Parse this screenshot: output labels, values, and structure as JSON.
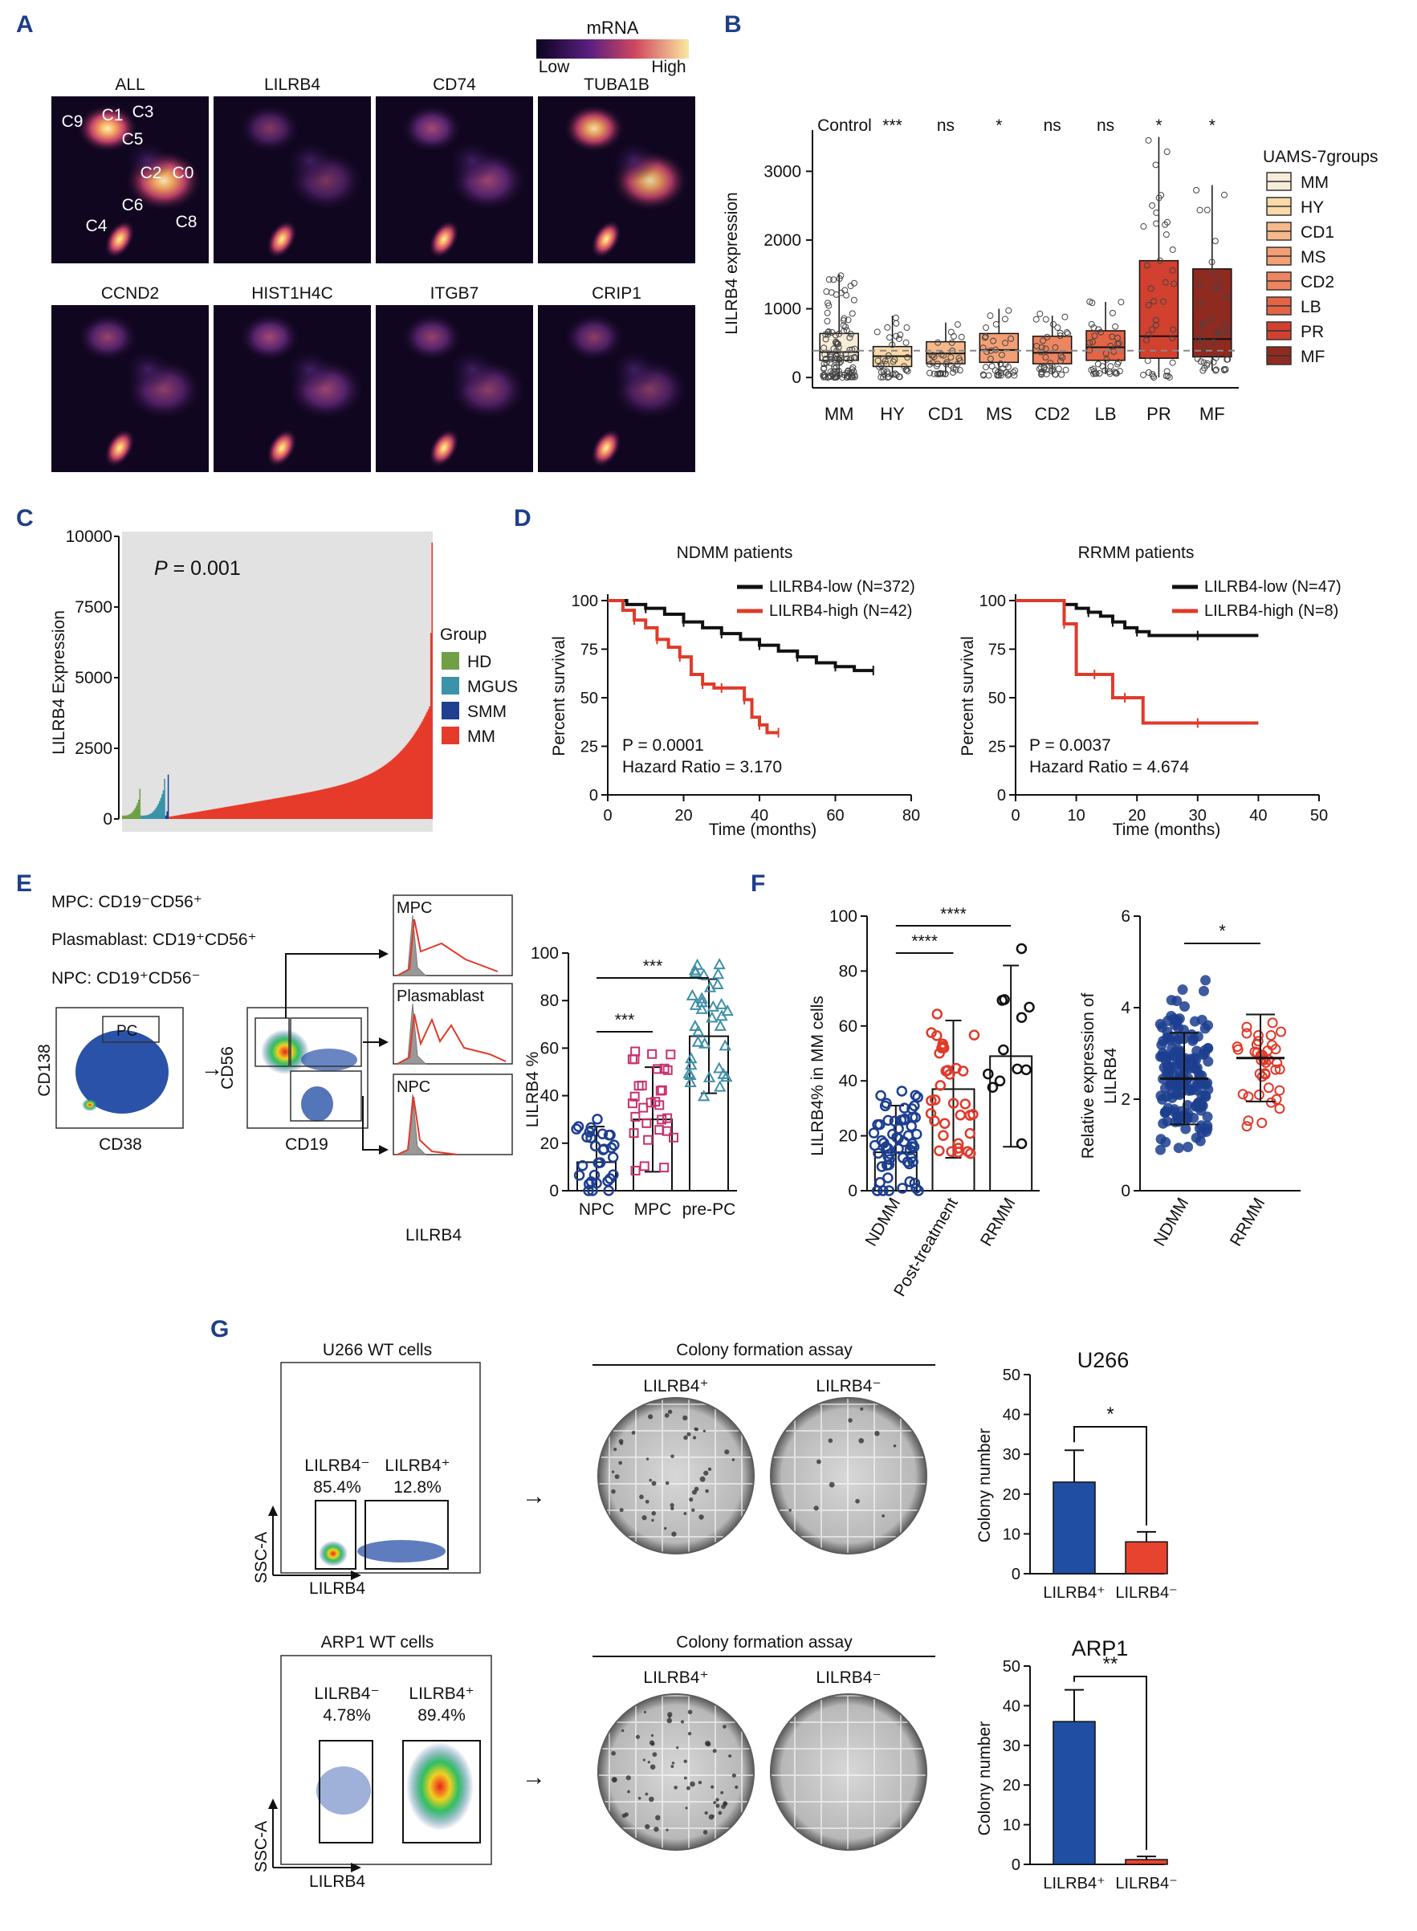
{
  "panels": {
    "A": {
      "label": "A",
      "colorbar": {
        "title": "mRNA",
        "low": "Low",
        "high": "High"
      },
      "tiles": [
        "ALL",
        "LILRB4",
        "CD74",
        "TUBA1B",
        "CCND2",
        "HIST1H4C",
        "ITGB7",
        "CRIP1"
      ],
      "clusters": [
        "C1",
        "C3",
        "C9",
        "C5",
        "C2",
        "C0",
        "C6",
        "C8",
        "C4"
      ]
    },
    "B": {
      "label": "B",
      "ylabel": "LILRB4 expression",
      "sig_control": "Control",
      "sig": [
        "***",
        "ns",
        "*",
        "ns",
        "ns",
        "*",
        "*"
      ],
      "legend_title": "UAMS-7groups"
    },
    "C": {
      "label": "C",
      "ylabel": "LILRB4 Expression",
      "p_prefix": "P",
      "p_value": " = 0.001",
      "legend_title": "Group"
    },
    "D": {
      "label": "D",
      "left": {
        "title": "NDMM patients",
        "legend_low": "LILRB4-low (N=372)",
        "legend_high": "LILRB4-high (N=42)",
        "p": "P = 0.0001",
        "hr": "Hazard Ratio = 3.170"
      },
      "right": {
        "title": "RRMM patients",
        "legend_low": "LILRB4-low (N=47)",
        "legend_high": "LILRB4-high (N=8)",
        "p": "P = 0.0037",
        "hr": "Hazard Ratio = 4.674"
      },
      "ylabel": "Percent survival",
      "xlabel": "Time (months)"
    },
    "E": {
      "label": "E",
      "defs": [
        "MPC: CD19⁻CD56⁺",
        "Plasmablast: CD19⁺CD56⁺",
        "NPC: CD19⁺CD56⁻"
      ],
      "gate_pc": "PC",
      "x1": "CD38",
      "y1": "CD138",
      "x2": "CD19",
      "y2": "CD56",
      "hist": [
        "MPC",
        "Plasmablast",
        "NPC"
      ],
      "hist_x": "LILRB4",
      "bar_ylabel": "LILRB4 %",
      "sig": [
        "***",
        "***"
      ]
    },
    "F": {
      "label": "F",
      "left_ylabel": "LILRB4% in MM cells",
      "right_ylabel_1": "Relative expression of",
      "right_ylabel_2": "LILRB4",
      "sig_left": [
        "****",
        "****"
      ],
      "sig_right": "*"
    },
    "G": {
      "label": "G",
      "top": {
        "title": "U266 WT cells",
        "neg": "LILRB4⁻",
        "neg_pct": "85.4%",
        "pos": "LILRB4⁺",
        "pos_pct": "12.8%",
        "bar_title": "U266",
        "sig": "*"
      },
      "bottom": {
        "title": "ARP1 WT cells",
        "neg": "LILRB4⁻",
        "neg_pct": "4.78%",
        "pos": "LILRB4⁺",
        "pos_pct": "89.4%",
        "bar_title": "ARP1",
        "sig": "**"
      },
      "assay_title": "Colony formation assay",
      "well_pos": "LILRB4⁺",
      "well_neg": "LILRB4⁻",
      "flow_y": "SSC-A",
      "flow_x": "LILRB4",
      "bar_ylabel": "Colony number"
    }
  },
  "colors": {
    "label_blue": "#1f3e8a",
    "red": "#e03a2a",
    "blue_bar": "#1f4ea3",
    "bar_red": "#e8432e",
    "teal": "#3f8fa8",
    "pink": "#c9306e",
    "dark_blue": "#1d3f8f"
  },
  "chart_data": [
    {
      "id": "B",
      "type": "box",
      "categories": [
        "MM",
        "HY",
        "CD1",
        "MS",
        "CD2",
        "LB",
        "PR",
        "MF"
      ],
      "yticks": [
        0,
        1000,
        2000,
        3000
      ],
      "ylim": [
        -150,
        3600
      ],
      "control_median": 390,
      "boxes": [
        {
          "q1": 250,
          "median": 370,
          "q3": 640,
          "lo": 0,
          "hi": 1500
        },
        {
          "q1": 160,
          "median": 310,
          "q3": 450,
          "lo": 0,
          "hi": 900
        },
        {
          "q1": 200,
          "median": 350,
          "q3": 520,
          "lo": 50,
          "hi": 800
        },
        {
          "q1": 220,
          "median": 400,
          "q3": 640,
          "lo": 30,
          "hi": 1000
        },
        {
          "q1": 200,
          "median": 360,
          "q3": 600,
          "lo": 40,
          "hi": 900
        },
        {
          "q1": 250,
          "median": 440,
          "q3": 680,
          "lo": 50,
          "hi": 1100
        },
        {
          "q1": 280,
          "median": 600,
          "q3": 1700,
          "lo": 0,
          "hi": 3500
        },
        {
          "q1": 300,
          "median": 560,
          "q3": 1580,
          "lo": 100,
          "hi": 2800
        }
      ],
      "legend": [
        "MM",
        "HY",
        "CD1",
        "MS",
        "CD2",
        "LB",
        "PR",
        "MF"
      ],
      "legend_colors": [
        "#f7ecd9",
        "#f9d9a8",
        "#f5b98b",
        "#f29f74",
        "#ee8560",
        "#e46446",
        "#d2402f",
        "#8f2a21"
      ]
    },
    {
      "id": "C",
      "type": "area",
      "yticks": [
        0,
        2500,
        5000,
        7500,
        10000
      ],
      "ylim": [
        0,
        10000
      ],
      "groups": [
        {
          "name": "HD",
          "color": "#6fa046",
          "count": 15,
          "max": 1000
        },
        {
          "name": "MGUS",
          "color": "#3a93a8",
          "count": 20,
          "max": 1350
        },
        {
          "name": "SMM",
          "color": "#1f3f8f",
          "count": 3,
          "max": 1500
        },
        {
          "name": "MM",
          "color": "#e63b2a",
          "count": 214,
          "max": 9800
        }
      ]
    },
    {
      "id": "D-NDMM",
      "type": "line",
      "xlim": [
        0,
        80
      ],
      "ylim": [
        0,
        100
      ],
      "xticks": [
        0,
        20,
        40,
        60,
        80
      ],
      "yticks": [
        0,
        25,
        50,
        75,
        100
      ],
      "series": [
        {
          "name": "LILRB4-low (N=372)",
          "color": "#111111",
          "x": [
            0,
            5,
            10,
            15,
            20,
            25,
            30,
            35,
            40,
            45,
            50,
            55,
            60,
            65,
            70
          ],
          "y": [
            100,
            98,
            96,
            93,
            89,
            86,
            83,
            80,
            77,
            74,
            71,
            68,
            66,
            64,
            64
          ]
        },
        {
          "name": "LILRB4-high (N=42)",
          "color": "#e03a2a",
          "x": [
            0,
            4,
            7,
            10,
            13,
            16,
            19,
            22,
            25,
            28,
            30,
            33,
            36,
            38,
            40,
            42,
            45
          ],
          "y": [
            100,
            95,
            90,
            86,
            80,
            76,
            71,
            62,
            57,
            55,
            55,
            55,
            49,
            40,
            36,
            32,
            32
          ]
        }
      ]
    },
    {
      "id": "D-RRMM",
      "type": "line",
      "xlim": [
        0,
        50
      ],
      "ylim": [
        0,
        100
      ],
      "xticks": [
        0,
        10,
        20,
        30,
        40,
        50
      ],
      "yticks": [
        0,
        25,
        50,
        75,
        100
      ],
      "series": [
        {
          "name": "LILRB4-low (N=47)",
          "color": "#111111",
          "x": [
            0,
            5,
            8,
            10,
            12,
            14,
            16,
            18,
            20,
            22,
            30,
            40
          ],
          "y": [
            100,
            100,
            98,
            96,
            94,
            92,
            89,
            86,
            84,
            82,
            82,
            82
          ]
        },
        {
          "name": "LILRB4-high (N=8)",
          "color": "#e03a2a",
          "x": [
            0,
            7,
            8,
            10,
            13,
            16,
            18,
            21,
            30,
            40
          ],
          "y": [
            100,
            100,
            88,
            62,
            62,
            50,
            50,
            37,
            37,
            37
          ]
        }
      ]
    },
    {
      "id": "E-bar",
      "type": "bar",
      "categories": [
        "NPC",
        "MPC",
        "pre-PC"
      ],
      "values": [
        12,
        30,
        65
      ],
      "errors": [
        15,
        22,
        24
      ],
      "ylim": [
        0,
        100
      ],
      "yticks": [
        0,
        20,
        40,
        60,
        80,
        100
      ],
      "colors": [
        "#1d3f8f",
        "#c9306e",
        "#3f8fa8"
      ]
    },
    {
      "id": "F-left",
      "type": "bar",
      "categories": [
        "NDMM",
        "Post-treatment",
        "RRMM"
      ],
      "values": [
        14,
        37,
        49
      ],
      "errors": [
        17,
        25,
        33
      ],
      "ylim": [
        0,
        100
      ],
      "yticks": [
        0,
        20,
        40,
        60,
        80,
        100
      ],
      "colors": [
        "#1d3f8f",
        "#e03a2a",
        "#111111"
      ]
    },
    {
      "id": "F-right",
      "type": "scatter",
      "categories": [
        "NDMM",
        "RRMM"
      ],
      "means": [
        2.45,
        2.9
      ],
      "sds": [
        1.0,
        0.95
      ],
      "ylim": [
        0,
        6
      ],
      "yticks": [
        0,
        2,
        4,
        6
      ],
      "colors": [
        "#1d3f8f",
        "#e03a2a"
      ]
    },
    {
      "id": "G-U266",
      "type": "bar",
      "categories": [
        "LILRB4⁺",
        "LILRB4⁻"
      ],
      "values": [
        23,
        8
      ],
      "errors": [
        8,
        2.5
      ],
      "ylim": [
        0,
        50
      ],
      "yticks": [
        0,
        10,
        20,
        30,
        40,
        50
      ],
      "colors": [
        "#1f4ea3",
        "#e8432e"
      ]
    },
    {
      "id": "G-ARP1",
      "type": "bar",
      "categories": [
        "LILRB4⁺",
        "LILRB4⁻"
      ],
      "values": [
        36,
        1.2
      ],
      "errors": [
        8,
        0.8
      ],
      "ylim": [
        0,
        50
      ],
      "yticks": [
        0,
        10,
        20,
        30,
        40,
        50
      ],
      "colors": [
        "#1f4ea3",
        "#e8432e"
      ]
    }
  ]
}
